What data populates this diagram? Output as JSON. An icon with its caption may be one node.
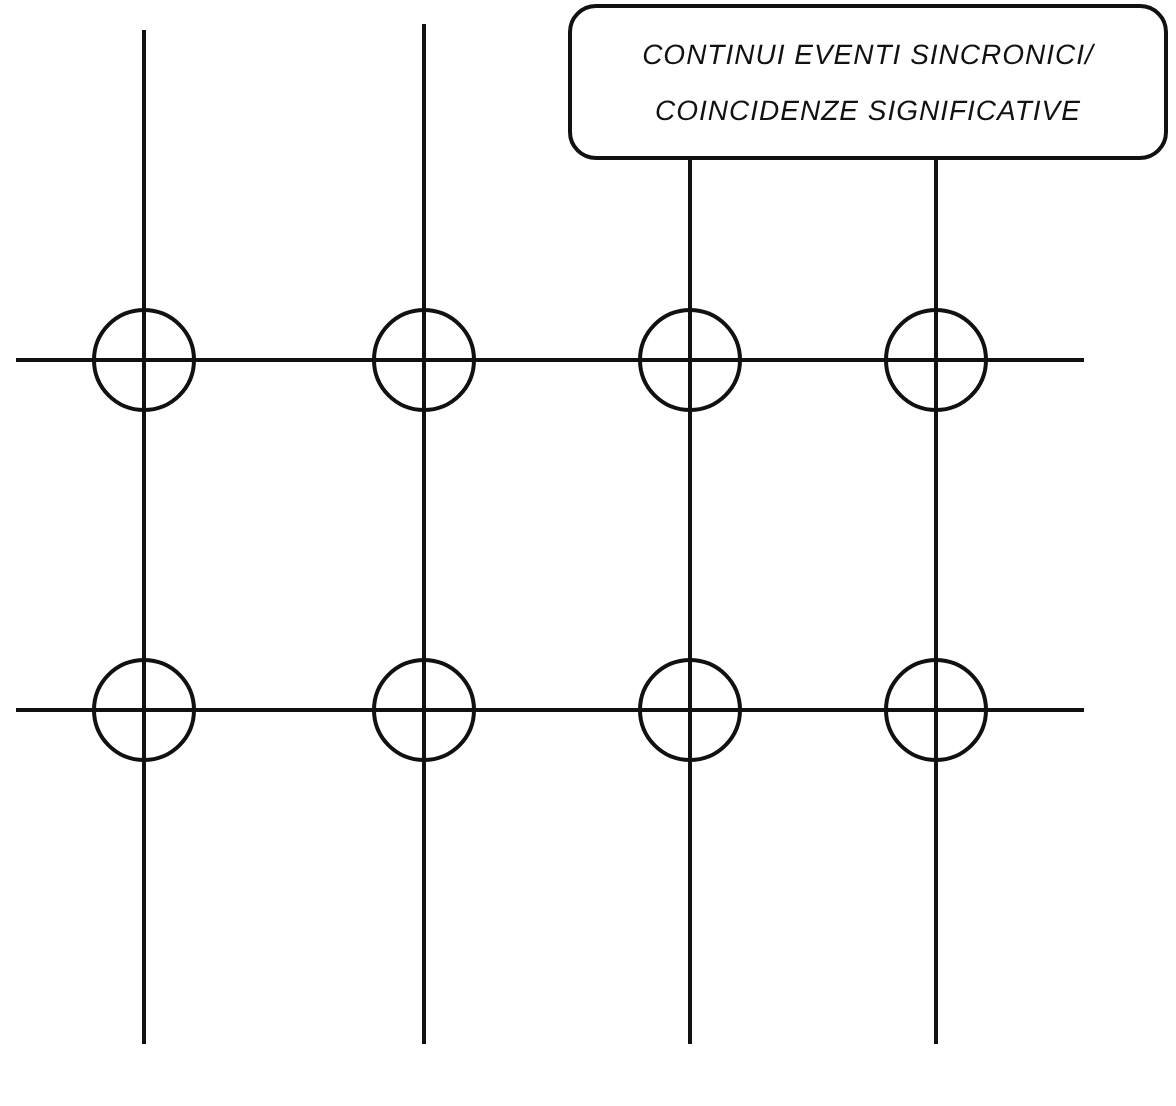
{
  "diagram": {
    "nodes": [
      {
        "text": [
          "CONTINUI EVENTI SINCRONICI/ COINCIDENZE SIGNIFICATIVE"
        ]
      },
      {
        "text": [],
        "shape": "circle"
      },
      {
        "text": [],
        "shape": "circle"
      },
      {
        "text": [],
        "shape": "circle"
      },
      {
        "text": [],
        "shape": "circle"
      },
      {
        "text": [],
        "shape": "circle"
      },
      {
        "text": [],
        "shape": "circle"
      },
      {
        "text": [],
        "shape": "circle"
      },
      {
        "text": [],
        "shape": "circle"
      }
    ],
    "edges": [
      {
        "from": null,
        "to": 1,
        "arrow": "none"
      },
      {
        "from": 1,
        "to": 2,
        "arrow": "none"
      },
      {
        "from": 2,
        "to": 3,
        "arrow": "none"
      },
      {
        "from": 3,
        "to": 4,
        "arrow": "none"
      },
      {
        "from": 4,
        "to": null,
        "arrow": "none"
      },
      {
        "from": null,
        "to": 5,
        "arrow": "none"
      },
      {
        "from": 5,
        "to": 6,
        "arrow": "none"
      },
      {
        "from": 6,
        "to": 7,
        "arrow": "none"
      },
      {
        "from": 7,
        "to": 8,
        "arrow": "none"
      },
      {
        "from": 8,
        "to": null,
        "arrow": "none"
      },
      {
        "from": null,
        "to": 1,
        "arrow": "none"
      },
      {
        "from": 1,
        "to": 5,
        "arrow": "none"
      },
      {
        "from": 5,
        "to": null,
        "arrow": "none"
      },
      {
        "from": null,
        "to": 2,
        "arrow": "none"
      },
      {
        "from": 2,
        "to": 6,
        "arrow": "none"
      },
      {
        "from": 6,
        "to": null,
        "arrow": "none"
      },
      {
        "from": 0,
        "to": 3,
        "arrow": "none"
      },
      {
        "from": 3,
        "to": 7,
        "arrow": "none"
      },
      {
        "from": 7,
        "to": null,
        "arrow": "none"
      },
      {
        "from": 0,
        "to": 4,
        "arrow": "none"
      },
      {
        "from": 4,
        "to": 8,
        "arrow": "none"
      },
      {
        "from": 8,
        "to": null,
        "arrow": "none"
      }
    ]
  }
}
